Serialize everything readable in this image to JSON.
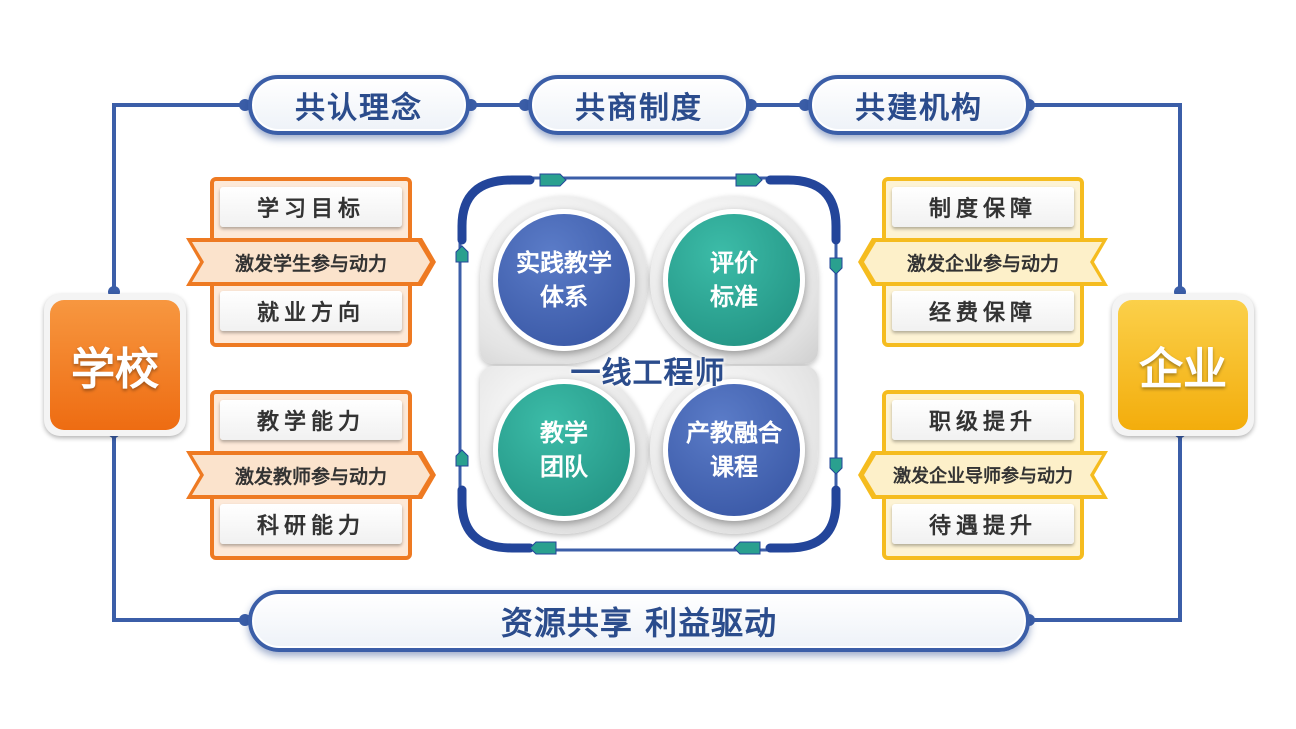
{
  "top_labels": [
    "共认理念",
    "共商制度",
    "共建机构"
  ],
  "bottom_label": "资源共享 利益驱动",
  "school": {
    "label": "学校",
    "color": "#f07a1e",
    "group1": {
      "top": "学习目标",
      "ribbon": "激发学生参与动力",
      "bottom": "就业方向"
    },
    "group2": {
      "top": "教学能力",
      "ribbon": "激发教师参与动力",
      "bottom": "科研能力"
    }
  },
  "enterprise": {
    "label": "企业",
    "color": "#f5b617",
    "group1": {
      "top": "制度保障",
      "ribbon": "激发企业参与动力",
      "bottom": "经费保障"
    },
    "group2": {
      "top": "职级提升",
      "ribbon": "激发企业导师参与动力",
      "bottom": "待遇提升"
    }
  },
  "center": {
    "label": "一线工程师",
    "quadrants": {
      "top_left": {
        "line1": "实践教学",
        "line2": "体系",
        "color": "#3f5fae"
      },
      "top_right": {
        "line1": "评价",
        "line2": "标准",
        "color": "#2aa08f"
      },
      "bottom_left": {
        "line1": "教学",
        "line2": "团队",
        "color": "#2aa08f"
      },
      "bottom_right": {
        "line1": "产教融合",
        "line2": "课程",
        "color": "#3f5fae"
      }
    }
  },
  "colors": {
    "frame": "#3b5ea8",
    "orange": "#f07a1e",
    "yellow": "#f5b617",
    "blue": "#3f5fae",
    "teal": "#2aa08f"
  }
}
